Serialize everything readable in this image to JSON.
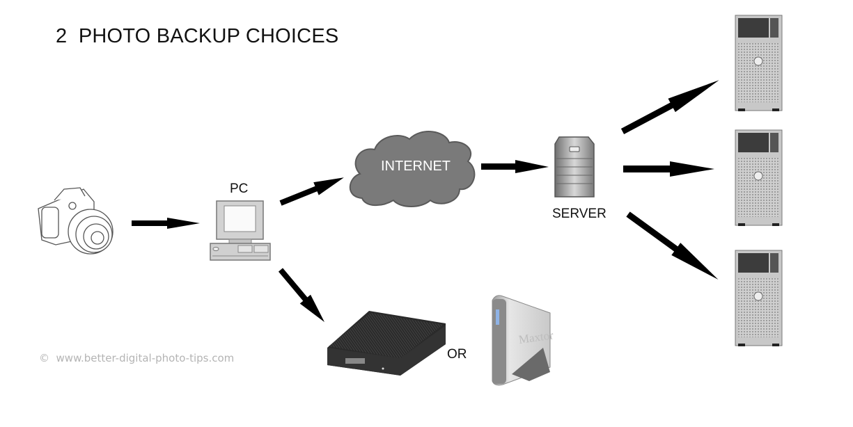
{
  "title": "2  PHOTO BACKUP CHOICES",
  "copyright": "©  www.better-digital-photo-tips.com",
  "nodes": {
    "camera": {
      "icon": "camera-icon"
    },
    "pc": {
      "label": "PC",
      "icon": "desktop-computer-icon"
    },
    "internet": {
      "label": "INTERNET",
      "icon": "cloud-icon"
    },
    "server": {
      "label": "SERVER",
      "icon": "server-icon"
    },
    "remote_servers": [
      {
        "icon": "tower-server-icon"
      },
      {
        "icon": "tower-server-icon"
      },
      {
        "icon": "tower-server-icon"
      }
    ],
    "portable_drive": {
      "icon": "portable-hard-drive-icon"
    },
    "or_label": "OR",
    "desktop_drive": {
      "icon": "external-hard-drive-icon",
      "brand": "Maxtor"
    }
  },
  "colors": {
    "arrow": "#000000",
    "cloud": "#7a7a7a",
    "copyright": "#b4b4b4"
  }
}
